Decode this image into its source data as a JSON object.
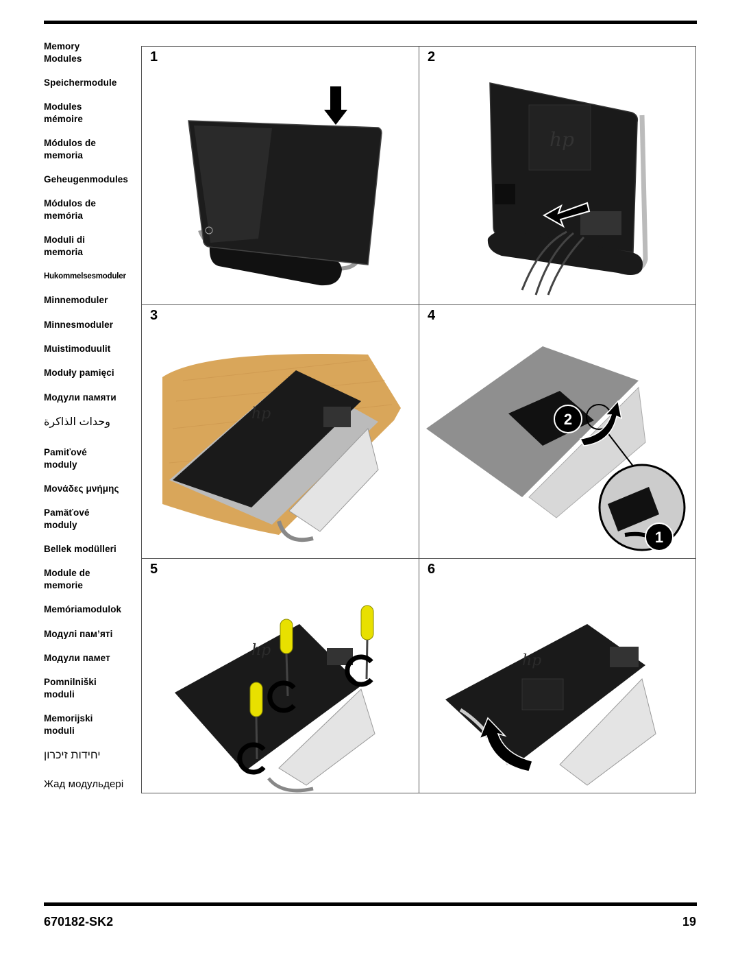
{
  "languages": [
    {
      "text": "Memory\nModules"
    },
    {
      "text": "Speichermodule"
    },
    {
      "text": "Modules\nmémoire"
    },
    {
      "text": "Módulos de\nmemoria"
    },
    {
      "text": "Geheugenmodules"
    },
    {
      "text": "Módulos de\nmemória"
    },
    {
      "text": "Moduli di\nmemoria"
    },
    {
      "text": "Hukommelsesmoduler"
    },
    {
      "text": "Minnemoduler"
    },
    {
      "text": "Minnesmoduler"
    },
    {
      "text": "Muistimoduulit"
    },
    {
      "text": "Moduły pamięci"
    },
    {
      "text": "Модули памяти"
    },
    {
      "text": "وحدات الذاكرة"
    },
    {
      "text": "Pamiťové\nmoduly"
    },
    {
      "text": "Μονάδες μνήμης"
    },
    {
      "text": "Pamäťové\nmoduly"
    },
    {
      "text": "Bellek modülleri"
    },
    {
      "text": "Module de\nmemorie"
    },
    {
      "text": "Memóriamodulok"
    },
    {
      "text": "Модулі пам’яті"
    },
    {
      "text": "Модули памет"
    },
    {
      "text": "Pomnilniški\nmoduli"
    },
    {
      "text": "Memorijski\nmoduli"
    },
    {
      "text": "יחידות זיכרון"
    },
    {
      "text": "Жад модульдері"
    }
  ],
  "steps": [
    {
      "number": "1"
    },
    {
      "number": "2"
    },
    {
      "number": "3"
    },
    {
      "number": "4"
    },
    {
      "number": "5"
    },
    {
      "number": "6"
    }
  ],
  "callouts": {
    "a": "2",
    "b": "1"
  },
  "footer": {
    "code": "670182-SK2",
    "page": "19"
  },
  "colors": {
    "screwdriver": "#e8e000",
    "desk": "#d9a65a",
    "computer": "#1a1a1a"
  }
}
